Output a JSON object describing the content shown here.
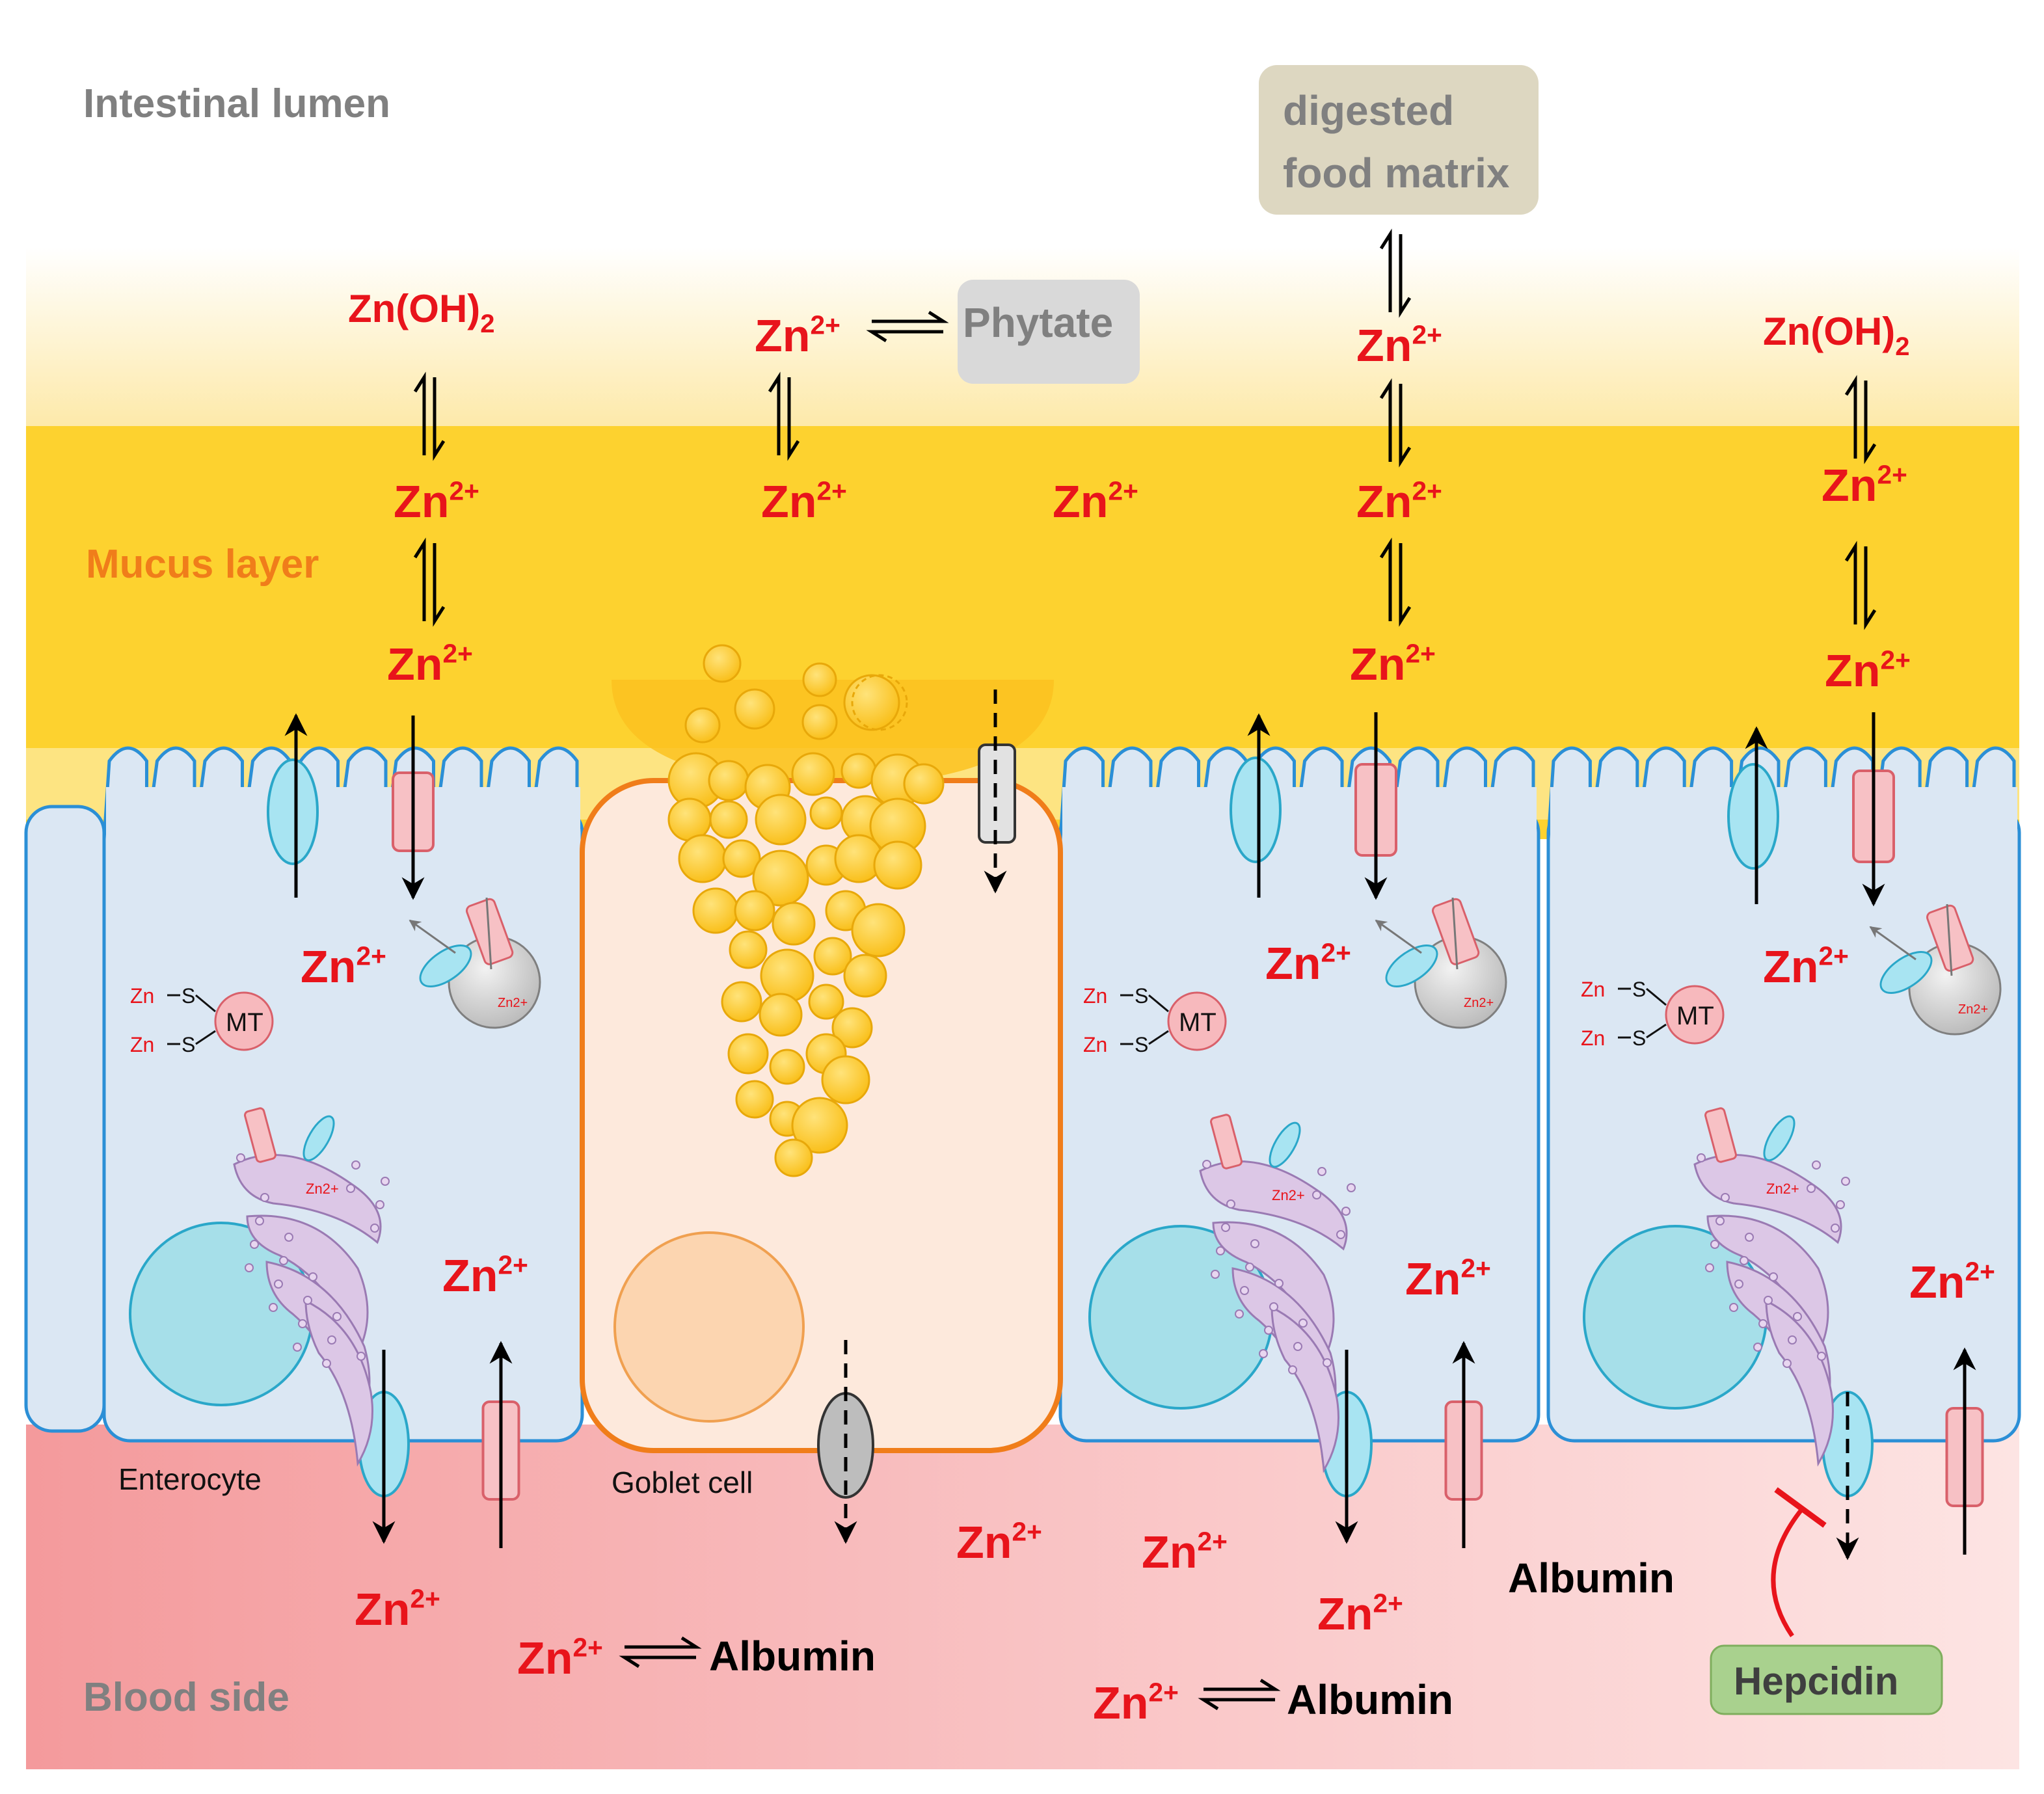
{
  "labels": {
    "lumen": "Intestinal lumen",
    "mucus": "Mucus layer",
    "blood": "Blood side",
    "enterocyte": "Enterocyte",
    "goblet": "Goblet cell",
    "food_line1": "digested",
    "food_line2": "food matrix",
    "phytate": "Phytate",
    "hepcidin": "Hepcidin",
    "albumin": "Albumin",
    "mt": "MT",
    "zns": "Zn",
    "s": "S"
  },
  "species": {
    "zn": "Zn",
    "zn_charge": "2+",
    "znoh": "Zn(OH)",
    "znoh_sub": "2"
  },
  "colors": {
    "zinc_red": "#e8141b",
    "mucus_yellow": "#fdd22f",
    "cell_blue": "#dbe7f3",
    "membrane_blue": "#2b8fd6",
    "goblet_fill": "#fde9dc",
    "goblet_border": "#f07d1a",
    "blood_pink": "#f9b7b8",
    "importer_pink": "#f7c1c5",
    "exporter_cyan": "#a8e4f2",
    "hepcidin_green": "#a9d18e",
    "food_box": "#ddd7c1",
    "phytate_box": "#d9d9d9"
  }
}
